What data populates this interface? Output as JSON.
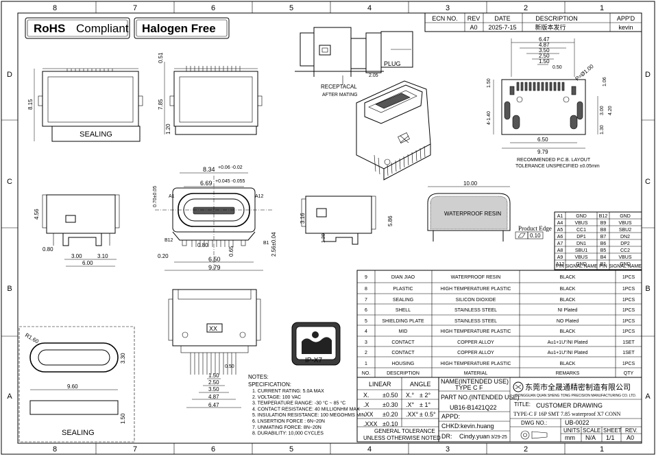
{
  "border": {
    "cols": [
      "8",
      "7",
      "6",
      "5",
      "4",
      "3",
      "2",
      "1"
    ],
    "rows": [
      "D",
      "C",
      "B",
      "A"
    ]
  },
  "badges": {
    "rohs_bold": "RoHS",
    "rohs_rest": "Compliant",
    "halogen": "Halogen Free"
  },
  "revision": {
    "headers": [
      "ECN NO.",
      "REV",
      "DATE",
      "DESCRIPTION",
      "APP'D"
    ],
    "row": [
      "",
      "A0",
      "2025-7-15",
      "新版本发行",
      "kevin"
    ]
  },
  "views": {
    "front_sealing": {
      "label": "SEALING",
      "height": "8.15",
      "a": "0.51",
      "b": "7.85",
      "c": "1.20"
    },
    "mating": {
      "plug": "PLUG",
      "receptacle": "RECEPTACAL",
      "after": "AFTER MATING",
      "gap": "2.05"
    },
    "pcb_layout": {
      "d1": "6.47",
      "d2": "4.87",
      "d3": "3.50",
      "d4": "2.50",
      "d5": "1.50",
      "d6": "0.50",
      "d7": "6.50",
      "d8": "9.79",
      "p1": "P=Ø1.00",
      "h1": "1.50",
      "h2": "4-1.40",
      "h3": "3.00",
      "h4": "4.20",
      "h5": "1.30",
      "h6": "1.06",
      "note1": "RECOMMENDED P.C.B. LAYOUT",
      "note2": "TOLERANCE UNSPECIFIED ±0.05mm"
    },
    "front_main": {
      "w1": "8.34",
      "w1tol": "+0.06 -0.02",
      "w2": "6.69",
      "w2tol": "+0.045 -0.055",
      "v1": "0.70±0.05",
      "a1": "A1",
      "a12": "A12",
      "b12": "B12",
      "b1": "B1",
      "d080": "0.80",
      "d065": "0.65",
      "d256": "2.56±0.04",
      "d650": "6.50",
      "d979": "9.79",
      "d020": "0.20"
    },
    "side_left": {
      "h": "4.56",
      "a": "0.80",
      "b": "3.00",
      "c": "3.10",
      "d": "6.00"
    },
    "side_right": {
      "a": "3.16",
      "b": "5.86",
      "c": "1.20"
    },
    "resin": {
      "width": "10.00",
      "label": "WATERPROOF RESIN",
      "edge": "Product Edge",
      "flat": "0.10"
    },
    "bottom": {
      "x": "XX",
      "a": "1.50",
      "b": "2.50",
      "c": "3.50",
      "d": "4.87",
      "e": "6.47",
      "f": "0.50"
    },
    "sealing_gasket": {
      "r": "R1.60",
      "w": "9.60",
      "h": "3.30",
      "t": "1.50",
      "label": "SEALING"
    },
    "ip_badge": "IP-X7"
  },
  "pins": {
    "rows": [
      [
        "A1",
        "GND",
        "B12",
        "GND"
      ],
      [
        "A4",
        "VBUS",
        "B9",
        "VBUS"
      ],
      [
        "A5",
        "CC1",
        "B8",
        "SBU2"
      ],
      [
        "A6",
        "DP1",
        "B7",
        "DN2"
      ],
      [
        "A7",
        "DN1",
        "B6",
        "DP2"
      ],
      [
        "A8",
        "SBU1",
        "B5",
        "CC2"
      ],
      [
        "A9",
        "VBUS",
        "B4",
        "VBUS"
      ],
      [
        "A12",
        "GND",
        "B1",
        "GND"
      ]
    ],
    "headers": [
      "PIN",
      "SIGNAL NAME",
      "PIN",
      "SIGNAL NAME"
    ]
  },
  "bom": {
    "rows": [
      [
        "9",
        "DIAN JIAO",
        "WATERPROOF RESIN",
        "BLACK",
        "1PCS"
      ],
      [
        "8",
        "PLASTIC",
        "HIGH TEMPERATURE PLASTIC",
        "BLACK",
        "1PCS"
      ],
      [
        "7",
        "SEALING",
        "SILICON DIOXIDE",
        "BLACK",
        "1PCS"
      ],
      [
        "6",
        "SHELL",
        "STAINLESS STEEL",
        "NI  Plated",
        "1PCS"
      ],
      [
        "5",
        "SHIELDING PLATE",
        "STAINLESS STEEL",
        "NO Plated",
        "1PCS"
      ],
      [
        "4",
        "MID",
        "HIGH TEMPERATURE PLASTIC",
        "BLACK",
        "1PCS"
      ],
      [
        "3",
        "CONTACT",
        "COPPER ALLOY",
        "Au1+1U\"/NI Plated",
        "1SET"
      ],
      [
        "2",
        "CONTACT",
        "COPPER ALLOY",
        "Au1+1U\"/NI Plated",
        "1SET"
      ],
      [
        "1",
        "HOUSING",
        "HIGH TEMPERATURE PLASTIC",
        "BLACK",
        "1PCS"
      ]
    ],
    "headers": [
      "NO.",
      "DESCRIPTION",
      "MATERIAL",
      "REMARKS",
      "QTY"
    ]
  },
  "notes": {
    "title": "NOTES:",
    "spec": "SPECIFICATION:",
    "items": [
      "1. CURRENT RATING: 5.0A MAX",
      "2. VOLTAGE: 100 VAC",
      "3. TEMPERATURE RANGE: -30 °C ~ 85 °C",
      "4. CONTACT RESISTANCE: 40 MILLIONHM MAX",
      "5. INSULATION RESISTANCE: 100 MEGOHMS MIN.",
      "6. LNSERTION FORCE : 6N~20N",
      "7. UNMATING FORCE: 8N~20N",
      "8. DURABILITY:  10,000 CYCLES"
    ]
  },
  "tolerance": {
    "linear": "LINEAR",
    "angle": "ANGLE",
    "rows": [
      [
        "X.",
        "±0.50",
        "X.°",
        "± 2°"
      ],
      [
        ".X",
        "±0.30",
        ".X°",
        "± 1°"
      ],
      [
        ".XX",
        "±0.20",
        ".XX°",
        "± 0.5°"
      ],
      [
        ".XXX",
        "±0.10",
        "",
        ""
      ]
    ],
    "footer1": "GENERAL  TOLERANCE",
    "footer2": "UNLESS OTHERWISE NOTED"
  },
  "title_block": {
    "name_label": "NAME(INTENDED USE)",
    "name": "TYPE C F",
    "part_label": "PART NO.(INTENDED USE)",
    "part": "UB16-B1421Q22",
    "appd": "APPD:",
    "chkd": "CHKD:",
    "chkd_val": "kevin.huang",
    "dr": "DR:",
    "dr_val": "Cindy.yuan",
    "dr_date": "3/29-25",
    "company": "东莞市全晟通精密制造有限公司",
    "company_en": "DONGGUAN QUAN SHENG TONG PRECISION  MANUFACTURING CO. LTD.",
    "title_label": "TITLE:",
    "title": "CUSTOMER DRAWING",
    "subtitle": "TYPE-C F 16P  SMT 7.85 waterproof X7 CONN",
    "dwg_label": "DWG NO.:",
    "dwg": "UB-0022",
    "units_h": "UNITS",
    "scale_h": "SCALE",
    "sheet_h": "SHEET",
    "rev_h": "REV.",
    "units": "mm",
    "scale": "N/A",
    "sheet": "1/1",
    "rev": "A0"
  }
}
